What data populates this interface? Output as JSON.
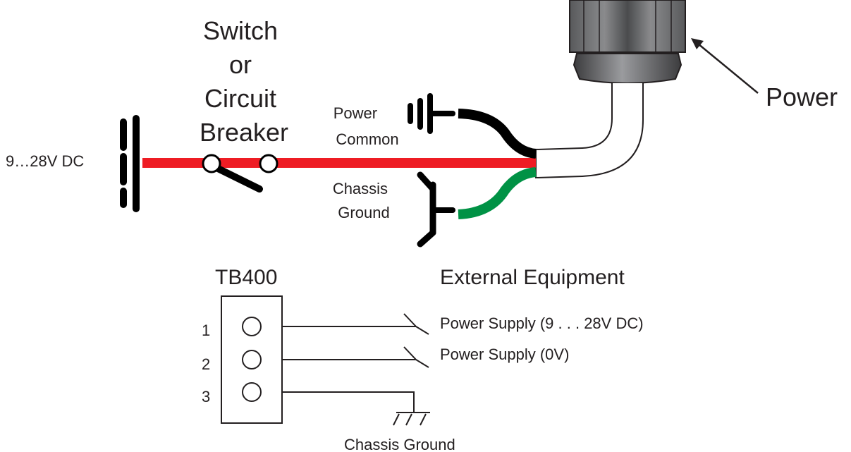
{
  "upper": {
    "voltage_label": "9…28V DC",
    "switch_label": [
      "Switch",
      "or",
      "Circuit",
      "Breaker"
    ],
    "power_common_label": [
      "Power",
      "Common"
    ],
    "chassis_ground_label": [
      "Chassis",
      "Ground"
    ],
    "power_label": "Power"
  },
  "lower": {
    "terminal_block_title": "TB400",
    "external_equipment_title": "External Equipment",
    "pins": [
      "1",
      "2",
      "3"
    ],
    "connections": [
      "Power Supply (9 . . . 28V DC)",
      "Power Supply (0V)"
    ],
    "chassis_ground_label": "Chassis Ground"
  },
  "colors": {
    "wire_red": "#ee1c24",
    "wire_green": "#009245",
    "wire_black": "#000000",
    "connector_grey": "#6d6e71"
  }
}
